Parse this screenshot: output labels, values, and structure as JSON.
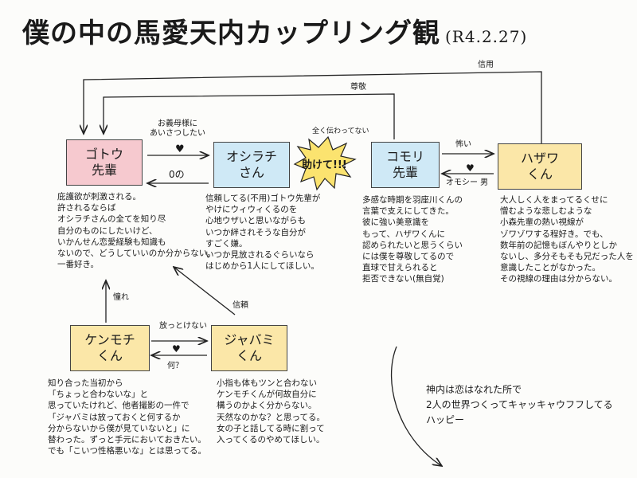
{
  "title": "僕の中の馬愛天内カップリング観",
  "date": "(R4.2.27)",
  "boxes": {
    "goto": "ゴトウ\n先輩",
    "oshiro": "オシラチ\nさん",
    "komori": "コモリ\n先輩",
    "hazawa": "ハザワ\nくん",
    "kenmochi": "ケンモチ\nくん",
    "javami": "ジャバミ\nくん"
  },
  "burst": "助けて!!!",
  "labels": {
    "shinyo": "信用",
    "sonkei": "尊敬",
    "okaasama": "お義母様に\nあいさつしたい",
    "heart1": "♥",
    "zero": "0の",
    "sukuwarete": "全く伝わってない",
    "kowai": "怖い",
    "heart2": "♥",
    "oshiroi": "オモシー 男",
    "akogare": "憧れ",
    "hottokenai": "放っとけない",
    "nani": "何？",
    "heart3": "♥",
    "shinrai": "信頼"
  },
  "notes": {
    "goto": "庇護欲が刺激される。\n許されるならば\nオシラチさんの全てを知り尽\n自分のものにしたいけど、\nいかんせん恋愛経験も知識も\nないので、どうしていいのか分からない。\n一番好き。",
    "oshiro": "信頼してる(不用)ゴトウ先輩が\nやけにウィウィくるのを\n心地ウザいと思いながらも\nいつか絆されそうな自分が\nすごく嫌。\nいつか見放されるぐらいなら\nはじめから1人にしてほしい。",
    "komori": "多感な時期を羽座川くんの\n言葉で支えにしてきた。\n彼に強い美意識を\nもって、ハザワくんに\n認められたいと思うくらい\nには僕を尊敬してるので\n直球で甘えられると\n拒否できない(無自覚)",
    "hazawa": "大人しく人をまってるくせに\n憎むような悲しむような\n小森先輩の熱い視線が\nゾワゾワする程好き。でも、\n数年前の記憶もぼんやりとしか\nないし、多分そもそも兄だった人を\n意識したことがなかった。\nその視線の理由は分からない。",
    "kenmochi": "知り合った当初から\n「ちょっと合わないな」と\n思っていたけれど、他者撮影の一件で\n「ジャバミは放っておくと何するか\n分からないから僕が見ていないと」に\n替わった。ずっと手元においておきたい。\nでも「こいつ性格悪いな」とは思ってる。",
    "javami": "小指も体もツンと合わない\nケンモチくんが何故自分に\n構うのかよく分からない。\n天然なのかな？と思ってる。\n女の子と話してる時に割って\n入ってくるのやめてほしい。",
    "bottom": "神内は恋はなれた所で\n2人の世界つくってキャッキャウフフしてる\nハッピー"
  }
}
